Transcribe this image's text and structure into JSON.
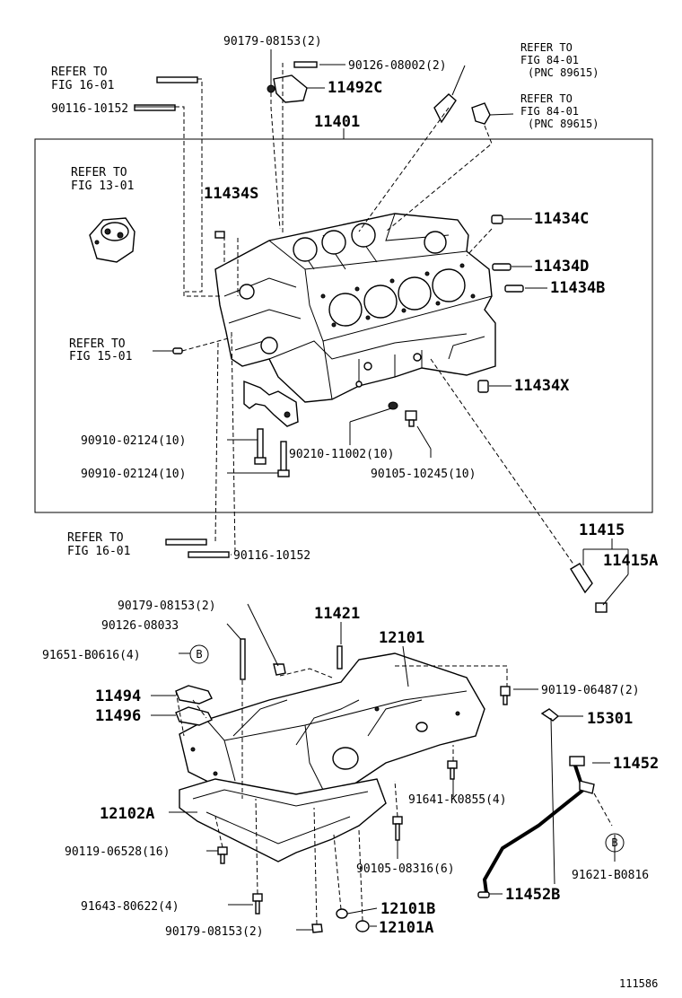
{
  "diagram": {
    "figure_number": "111586",
    "labels": {
      "p_90179_top": "90179-08153(2)",
      "p_90126_top": "90126-08002(2)",
      "p_11492c": "11492C",
      "refer_1601_a_1": "REFER TO",
      "refer_1601_a_2": "FIG 16-01",
      "p_90116_top": "90116-10152",
      "p_11401": "11401",
      "refer_8401_a_1": "REFER TO",
      "refer_8401_a_2": "FIG 84-01",
      "refer_8401_a_3": "(PNC 89615)",
      "refer_8401_b_1": "REFER TO",
      "refer_8401_b_2": "FIG 84-01",
      "refer_8401_b_3": "(PNC 89615)",
      "refer_1301_1": "REFER TO",
      "refer_1301_2": "FIG 13-01",
      "p_11434s": "11434S",
      "p_11434c": "11434C",
      "p_11434d": "11434D",
      "p_11434b": "11434B",
      "refer_1501_1": "REFER TO",
      "refer_1501_2": "FIG 15-01",
      "p_11434x": "11434X",
      "p_90910_a": "90910-02124(10)",
      "p_90210": "90210-11002(10)",
      "p_90910_b": "90910-02124(10)",
      "p_90105_a": "90105-10245(10)",
      "refer_1601_b_1": "REFER TO",
      "refer_1601_b_2": "FIG 16-01",
      "p_90116_bot": "90116-10152",
      "p_11415": "11415",
      "p_11415a": "11415A",
      "p_90179_mid": "90179-08153(2)",
      "p_11421": "11421",
      "p_90126_mid": "90126-08033",
      "p_12101": "12101",
      "p_91651": "91651-B0616(4)",
      "p_90119_a": "90119-06487(2)",
      "p_11494": "11494",
      "p_15301": "15301",
      "p_11496": "11496",
      "p_11452": "11452",
      "p_91641": "91641-K0855(4)",
      "p_12102a": "12102A",
      "p_90119_b": "90119-06528(16)",
      "p_91621": "91621-B0816",
      "p_90105_b": "90105-08316(6)",
      "p_11452b": "11452B",
      "p_91643": "91643-80622(4)",
      "p_12101b": "12101B",
      "p_90179_bot": "90179-08153(2)",
      "p_12101a": "12101A",
      "callout_b_left": "B",
      "callout_b_right": "B"
    }
  }
}
